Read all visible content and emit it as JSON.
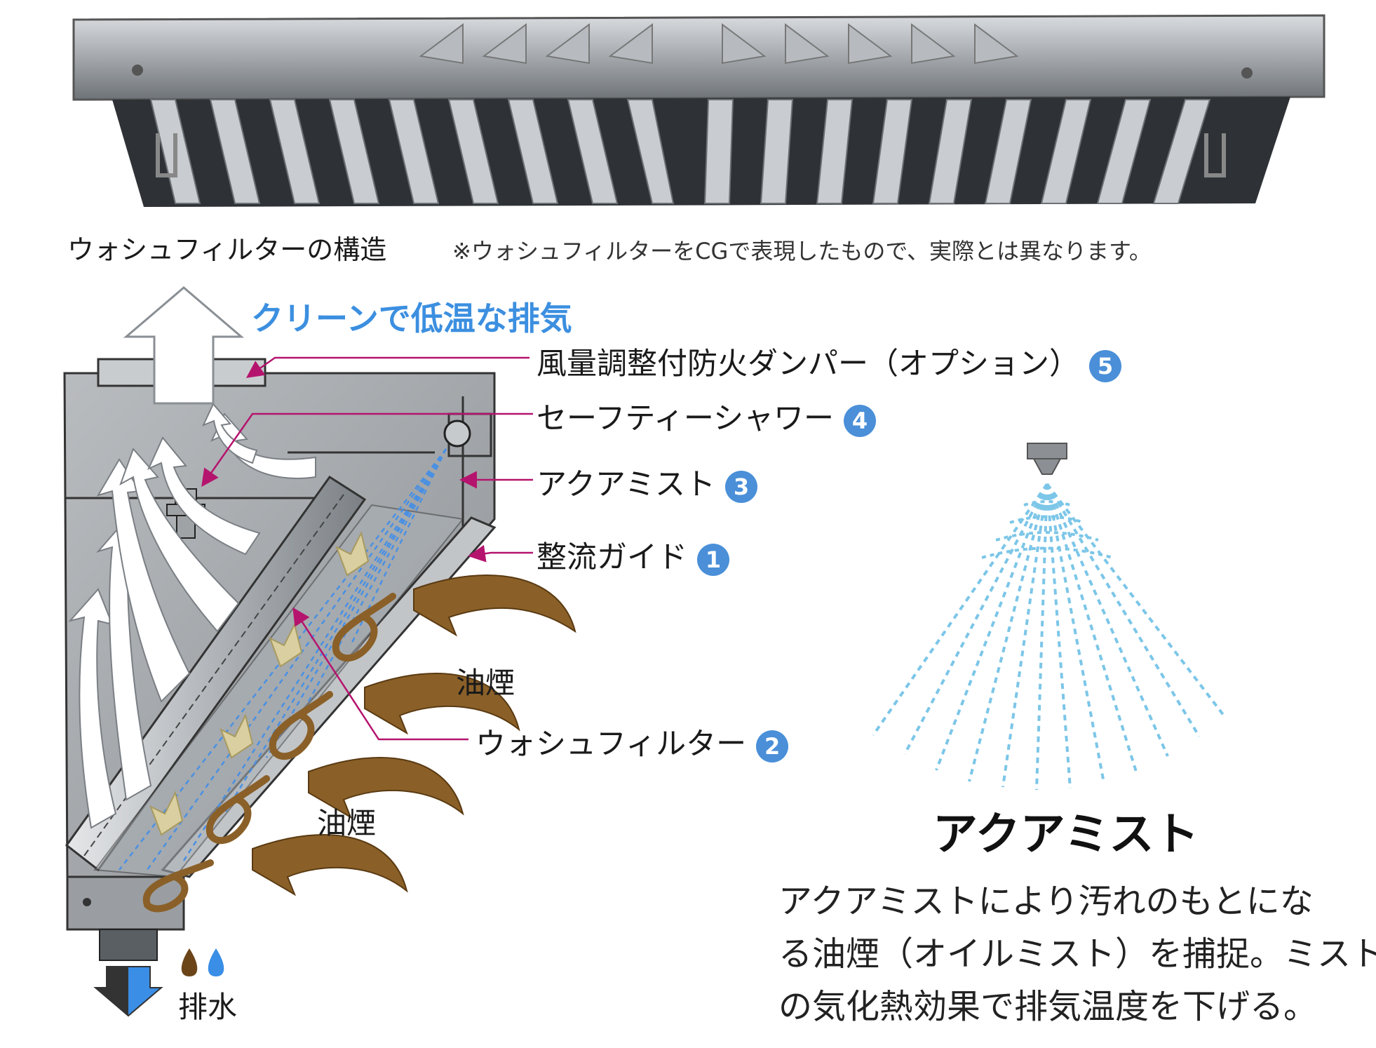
{
  "caption": {
    "structure_title": "ウォシュフィルターの構造",
    "cg_note": "※ウォシュフィルターをCGで表現したもので、実際とは異なります。"
  },
  "exhaust_label": "クリーンで低温な排気",
  "components": [
    {
      "label": "風量調整付防火ダンパー（オプション）",
      "number": "5"
    },
    {
      "label": "セーフティーシャワー",
      "number": "4"
    },
    {
      "label": "アクアミスト",
      "number": "3"
    },
    {
      "label": "整流ガイド",
      "number": "1"
    },
    {
      "label": "ウォシュフィルター",
      "number": "2"
    }
  ],
  "smoke_labels": [
    "油煙",
    "油煙"
  ],
  "drain_label": "排水",
  "aquamist": {
    "title": "アクアミスト",
    "description_lines": [
      "アクアミストにより汚れのもとにな",
      "る油煙（オイルミスト）を捕捉。ミスト",
      "の気化熱効果で排気温度を下げる。"
    ]
  },
  "colors": {
    "accent_blue": "#3c8fe0",
    "badge_blue": "#4a8fd8",
    "leader_magenta": "#b5146e",
    "smoke_brown": "#7a5220",
    "mist_blue": "#7cc6e8",
    "housing_gray": "#9da1a5"
  }
}
